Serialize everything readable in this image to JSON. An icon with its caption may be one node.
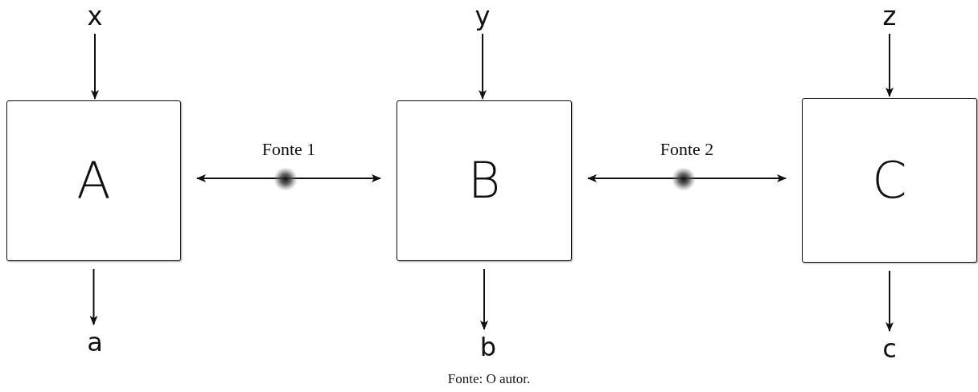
{
  "diagram": {
    "caption": "Fonte: O autor.",
    "nodes": [
      {
        "text": [
          "x"
        ]
      },
      {
        "text": [
          "y"
        ]
      },
      {
        "text": [
          "z"
        ]
      },
      {
        "text": [
          "A"
        ]
      },
      {
        "text": [
          "B"
        ]
      },
      {
        "text": [
          "C"
        ]
      },
      {
        "text": [
          "a"
        ]
      },
      {
        "text": [
          "b"
        ]
      },
      {
        "text": [
          "c"
        ]
      }
    ],
    "edges": [
      {
        "from": 0,
        "to": 3,
        "arrow": "to"
      },
      {
        "from": 1,
        "to": 4,
        "arrow": "to"
      },
      {
        "from": 2,
        "to": 5,
        "arrow": "to"
      },
      {
        "from": 3,
        "to": 4,
        "arrow": "both",
        "label": "Fonte 1"
      },
      {
        "from": 4,
        "to": 5,
        "arrow": "both",
        "label": "Fonte 2"
      },
      {
        "from": 3,
        "to": 6,
        "arrow": "to"
      },
      {
        "from": 4,
        "to": 7,
        "arrow": "to"
      },
      {
        "from": 5,
        "to": 8,
        "arrow": "to"
      }
    ]
  }
}
